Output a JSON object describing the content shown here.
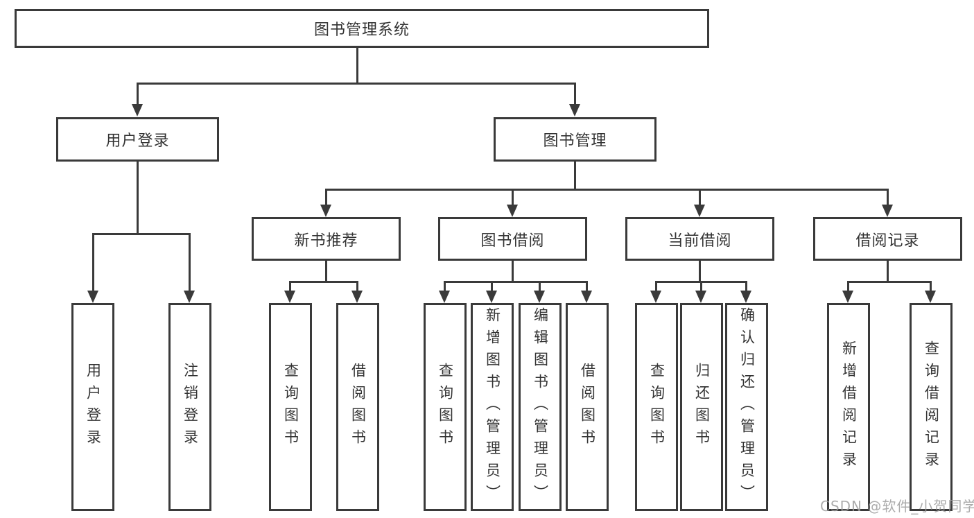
{
  "diagram": {
    "root": "图书管理系统",
    "level1": [
      "用户登录",
      "图书管理"
    ],
    "level2": [
      "新书推荐",
      "图书借阅",
      "当前借阅",
      "借阅记录"
    ],
    "leaves": {
      "user": [
        "用户登录",
        "注销登录"
      ],
      "newbook": [
        "查询图书",
        "借阅图书"
      ],
      "borrow": [
        "查询图书",
        "新增图书（管理员）",
        "编辑图书（管理员）",
        "借阅图书"
      ],
      "current": [
        "查询图书",
        "归还图书",
        "确认归还（管理员）"
      ],
      "records": [
        "新增借阅记录",
        "查询借阅记录"
      ]
    },
    "watermark": "CSDN @软件_小贺同学",
    "colors": {
      "line": "#3a3a3a",
      "text": "#333333",
      "background": "#ffffff",
      "watermark": "#9e9e9e"
    }
  }
}
